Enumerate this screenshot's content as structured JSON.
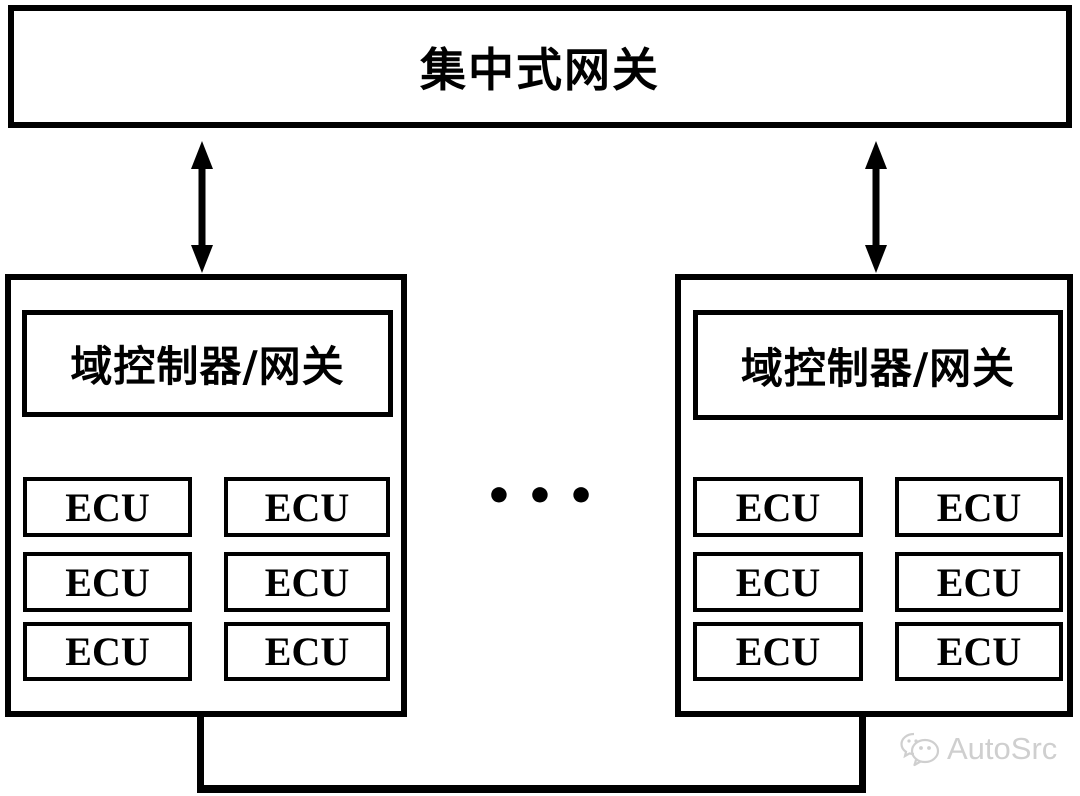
{
  "diagram": {
    "title_box": {
      "label": "集中式网关"
    },
    "domain_left": {
      "controller_label": "域控制器/网关",
      "ecus": [
        "ECU",
        "ECU",
        "ECU",
        "ECU",
        "ECU",
        "ECU"
      ]
    },
    "domain_right": {
      "controller_label": "域控制器/网关",
      "ecus": [
        "ECU",
        "ECU",
        "ECU",
        "ECU",
        "ECU",
        "ECU"
      ]
    },
    "ellipsis": "•••",
    "watermark": {
      "brand": "AutoSrc"
    },
    "colors": {
      "line": "#000000",
      "background": "#ffffff",
      "watermark_gray": "#cfcfcf"
    }
  }
}
